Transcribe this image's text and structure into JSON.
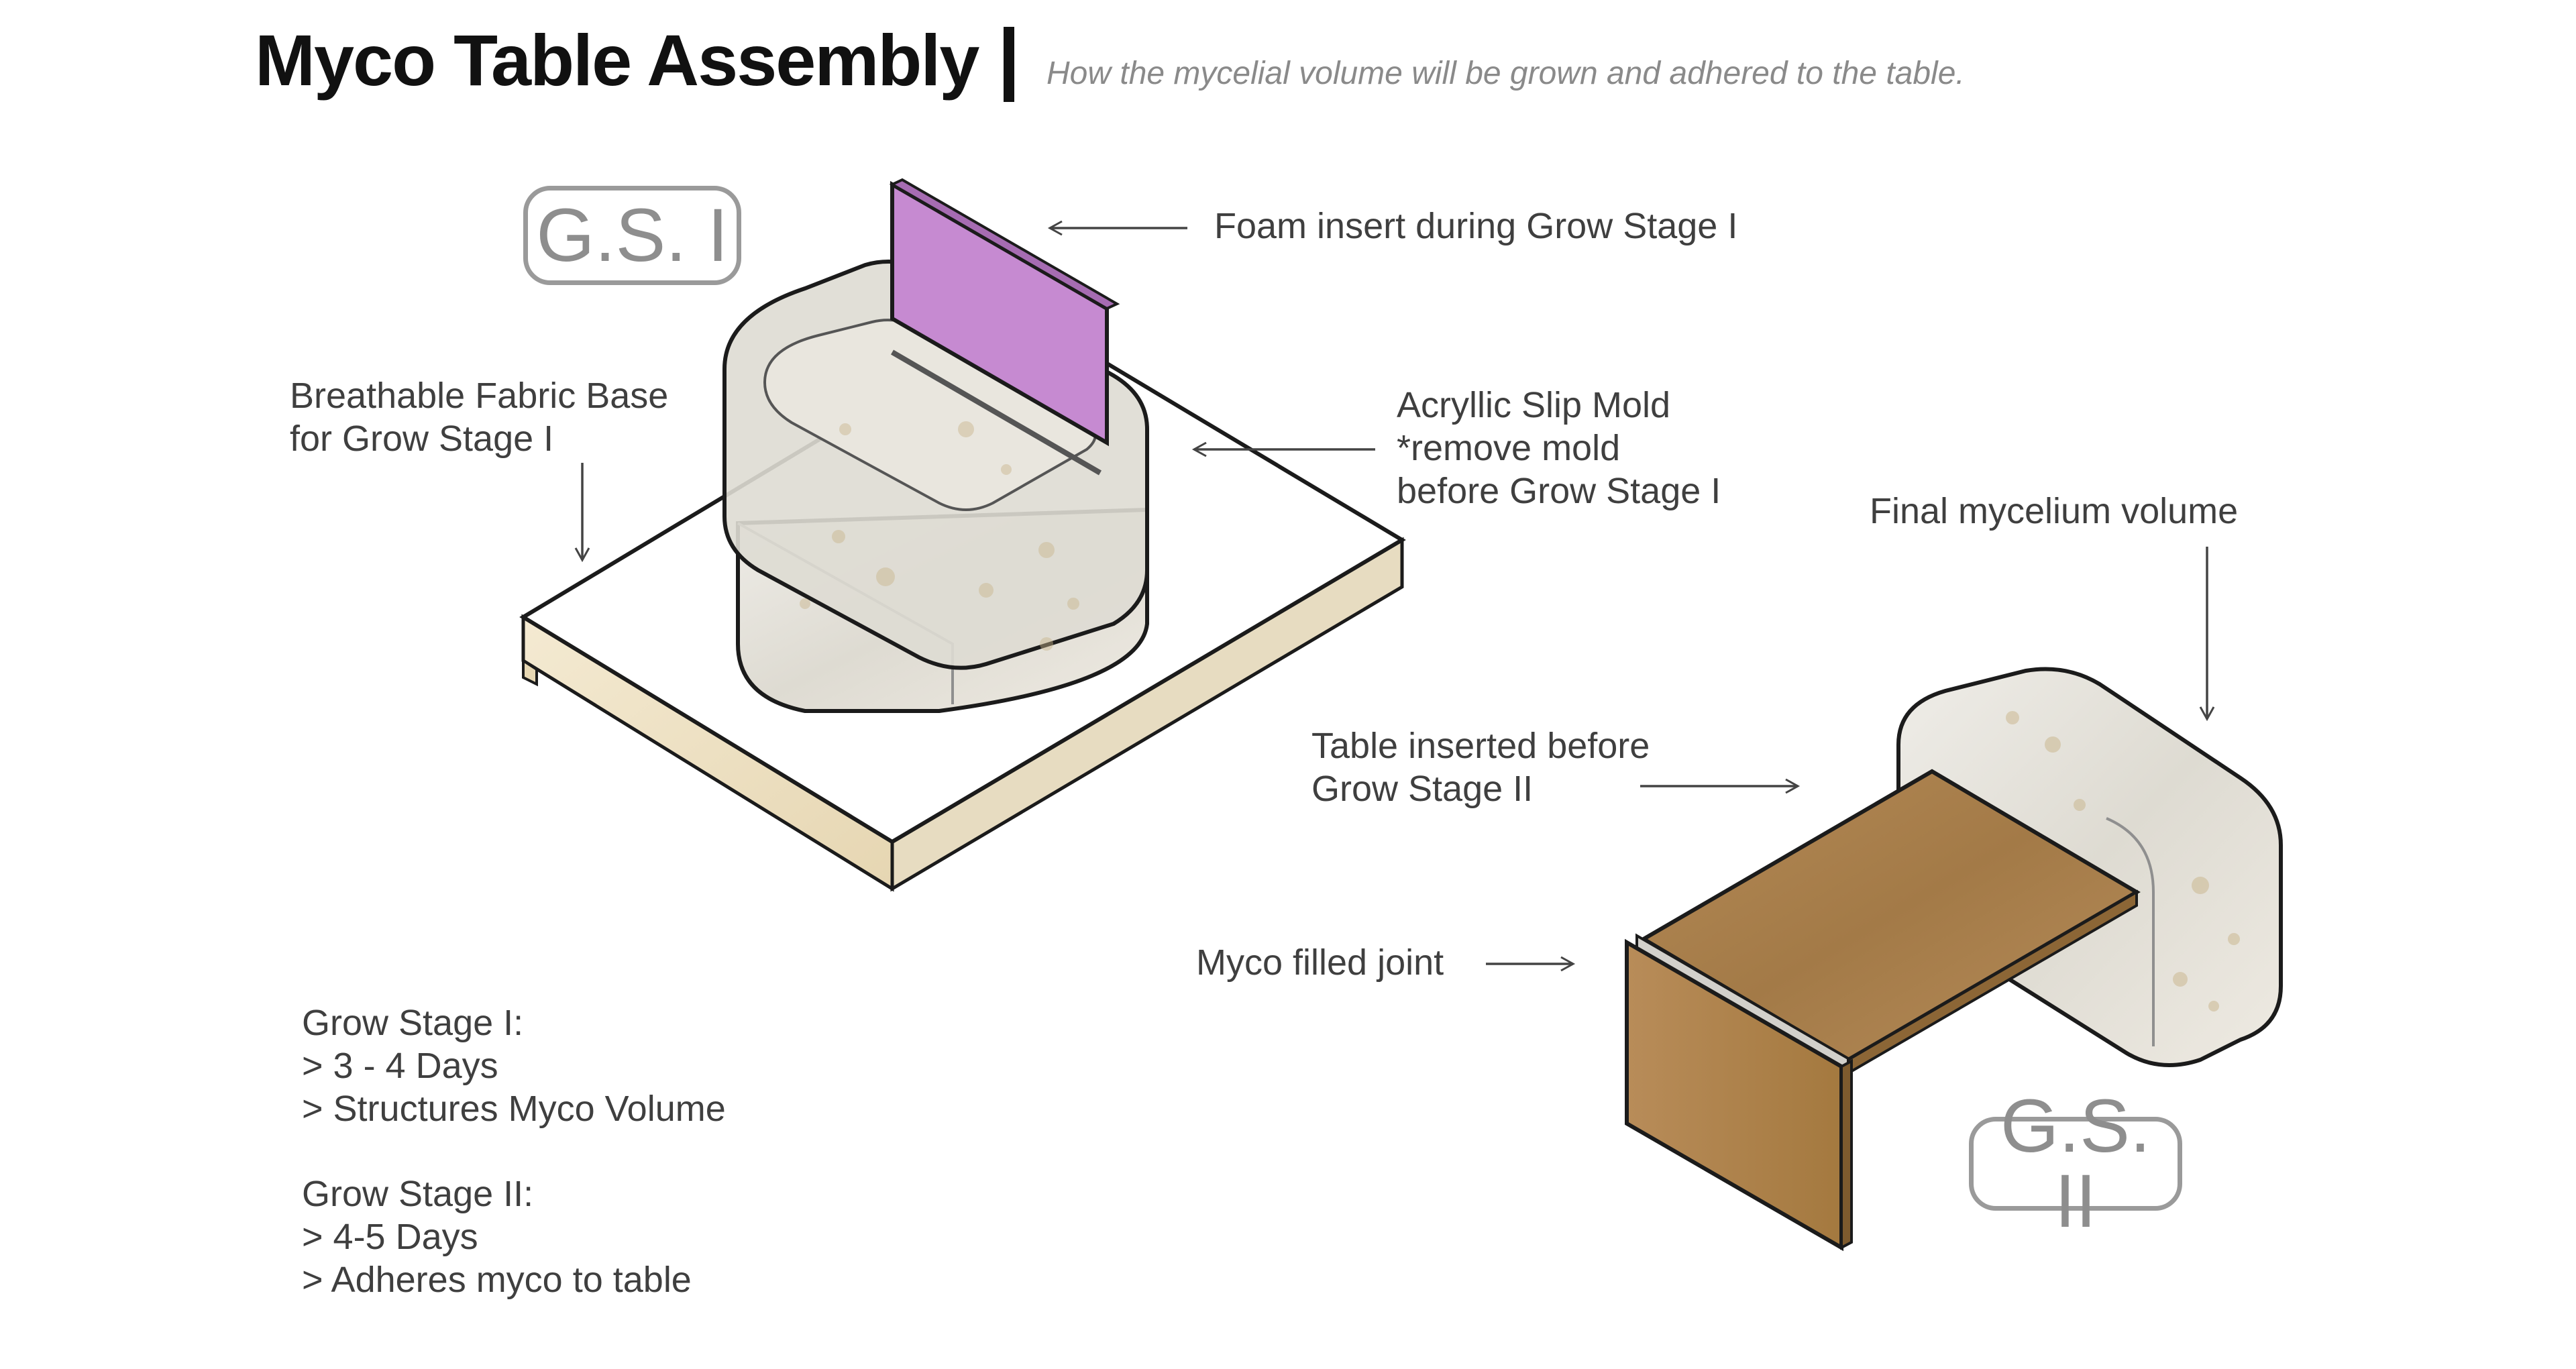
{
  "header": {
    "title": "Myco Table Assembly",
    "subtitle": "How the mycelial volume will be grown and adhered to the table."
  },
  "badges": {
    "stage_one": "G.S. I",
    "stage_two": "G.S. II"
  },
  "labels": {
    "foam_insert": "Foam insert during Grow Stage I",
    "fabric_base": [
      "Breathable Fabric Base",
      "for Grow Stage I"
    ],
    "acrylic_mold": [
      "Acryllic Slip Mold",
      "*remove mold",
      "before Grow Stage I"
    ],
    "final_volume": "Final mycelium volume",
    "table_inserted": [
      "Table inserted before",
      "Grow Stage II"
    ],
    "myco_joint": "Myco filled joint"
  },
  "notes": {
    "stage_one": {
      "heading": "Grow Stage I:",
      "items": [
        "> 3 - 4 Days",
        "> Structures Myco Volume"
      ]
    },
    "stage_two": {
      "heading": "Grow Stage II:",
      "items": [
        "> 4-5 Days",
        "> Adheres myco to table"
      ]
    }
  },
  "colors": {
    "foam": "#c68ad1",
    "fabric_top": "#ffffff",
    "plywood": "#efe4c8",
    "myco": "#e7e4dc",
    "wood": "#a77e4b",
    "outline": "#1b1b1b",
    "arrow": "#444444"
  }
}
